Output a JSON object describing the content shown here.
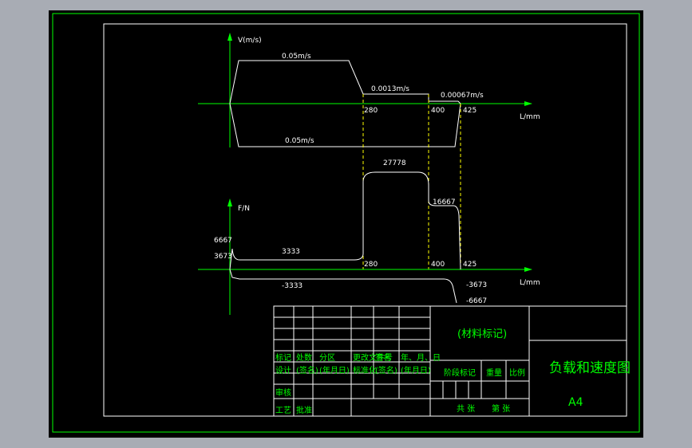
{
  "colors": {
    "background": "#000000",
    "frame": "#00ff00",
    "drawing": "#ffffff",
    "projection": "#ffff00",
    "title_text": "#00ff00"
  },
  "speed_chart": {
    "y_axis_label": "V(m/s)",
    "x_axis_label": "L/mm",
    "upper_speed": "0.05m/s",
    "lower_speed": "0.05m/s",
    "mid_speed": "0.0013m/s",
    "end_speed": "0.00067m/s",
    "tick_280": "280",
    "tick_400": "400",
    "tick_425": "425"
  },
  "force_chart": {
    "y_axis_label": "F/N",
    "x_axis_label": "L/mm",
    "peak_label": "27778",
    "label_16667": "16667",
    "label_6667": "6667",
    "label_3673": "3673",
    "label_3333": "3333",
    "label_neg_3333": "-3333",
    "label_neg_3673": "-3673",
    "label_neg_6667": "-6667",
    "tick_280": "280",
    "tick_400": "400",
    "tick_425": "425"
  },
  "title_block": {
    "material_mark": "(材料标记)",
    "drawing_title": "负载和速度图",
    "paper_size": "A4",
    "c_biao_ji": "标记",
    "c_chu_shu": "处数",
    "c_fen_qu": "分区",
    "c_geng_gai": "更改文件号",
    "c_qian_ming": "签名",
    "c_nian_yue_ri": "年、月、日",
    "c_she_ji": "设计",
    "c_qian_ming2": "(签名)",
    "c_nyr2": "(年月日)",
    "c_biao_zhun_hua": "标准化",
    "c_qian_ming3": "(签名)",
    "c_nyr3": "(年月日)",
    "c_jie_duan": "阶段标记",
    "c_zhong_liang": "重量",
    "c_bi_li": "比例",
    "c_shen_he": "审核",
    "c_gong_yi": "工艺",
    "c_pi_zhun": "批准",
    "c_gong_zhang": "共 张",
    "c_di_zhang": "第 张"
  }
}
